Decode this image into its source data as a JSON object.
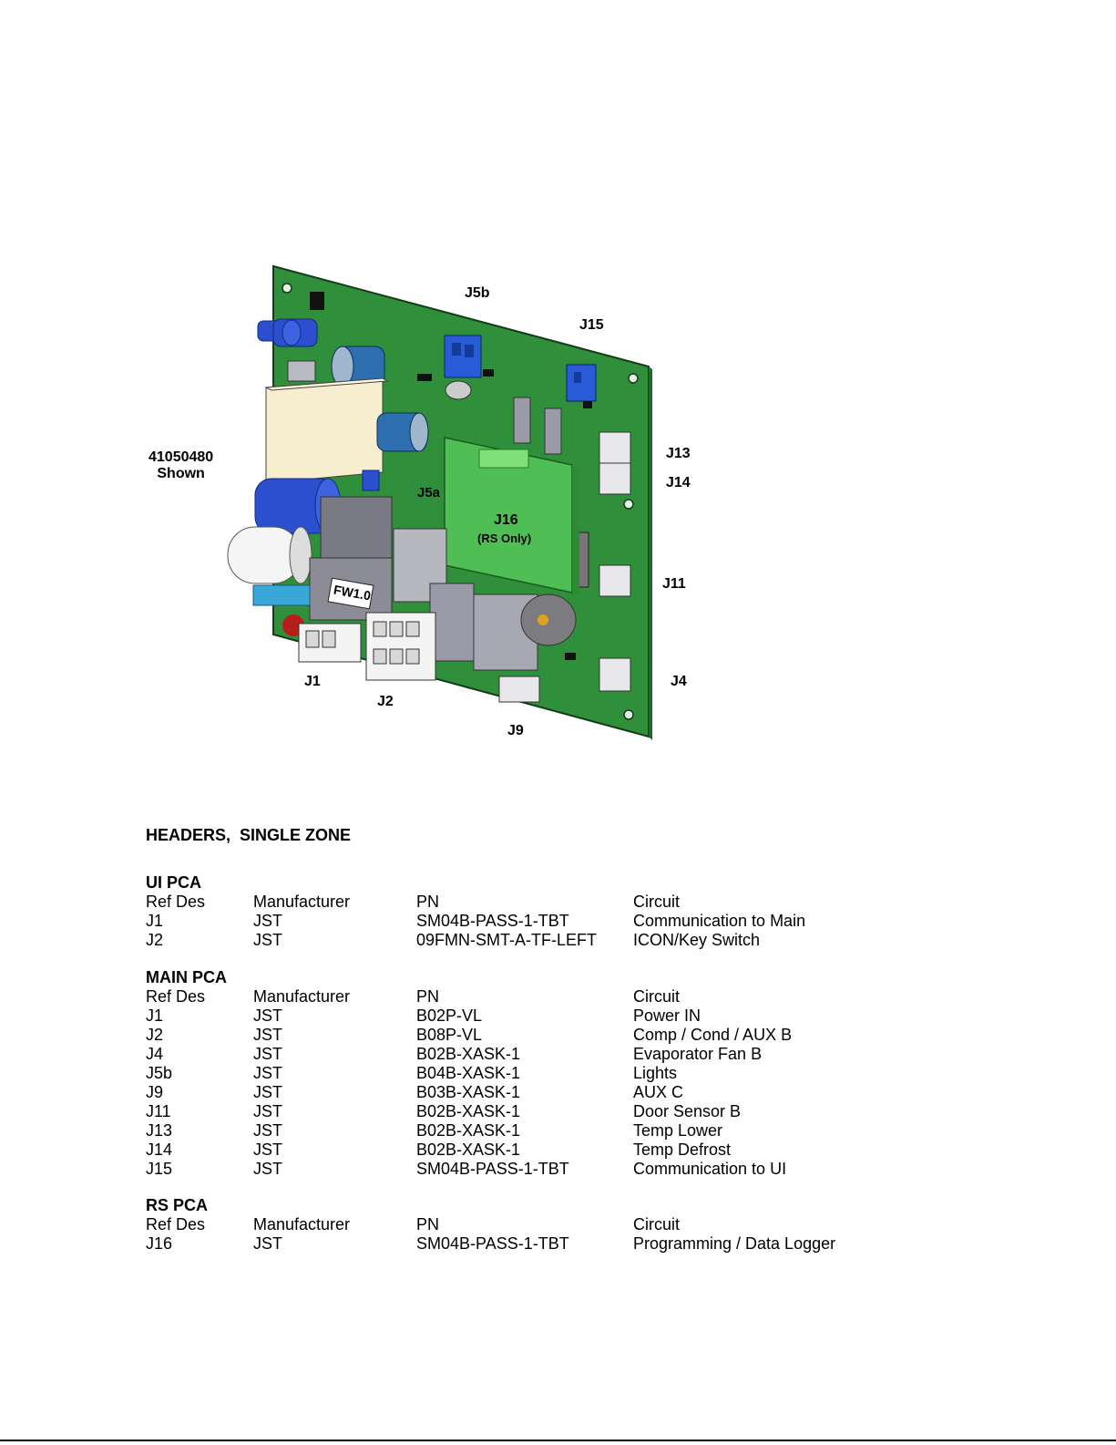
{
  "figure": {
    "shown_label": [
      "41050480",
      "Shown"
    ],
    "board_labels": {
      "j16": "J16",
      "rs_only": "(RS Only)",
      "fw": "FW1.0",
      "j5a": "J5a"
    },
    "callouts": {
      "j5b": "J5b",
      "j15": "J15",
      "j13": "J13",
      "j14": "J14",
      "j11": "J11",
      "j4": "J4",
      "j1": "J1",
      "j2": "J2",
      "j9": "J9"
    },
    "colors": {
      "pcb": "#2f8f3a",
      "pcb_dark": "#1f6b2a",
      "rs_board": "#4fbf55",
      "connector_blue": "#2a5bd7",
      "cap_blue": "#2c4fd0",
      "relay_gray": "#9a9aa8"
    }
  },
  "doc": {
    "heading": "HEADERS,  SINGLE ZONE",
    "columns": [
      "Ref Des",
      "Manufacturer",
      "PN",
      "Circuit"
    ],
    "sections": [
      {
        "title": "UI PCA",
        "rows": [
          [
            "J1",
            "JST",
            "SM04B-PASS-1-TBT",
            "Communication to Main"
          ],
          [
            "J2",
            "JST",
            "09FMN-SMT-A-TF-LEFT",
            "ICON/Key Switch"
          ]
        ]
      },
      {
        "title": "MAIN PCA",
        "rows": [
          [
            "J1",
            "JST",
            "B02P-VL",
            "Power IN"
          ],
          [
            "J2",
            "JST",
            "B08P-VL",
            "Comp / Cond / AUX B"
          ],
          [
            "J4",
            "JST",
            "B02B-XASK-1",
            "Evaporator Fan B"
          ],
          [
            "J5b",
            "JST",
            "B04B-XASK-1",
            "Lights"
          ],
          [
            "J9",
            "JST",
            "B03B-XASK-1",
            "AUX C"
          ],
          [
            "J11",
            "JST",
            "B02B-XASK-1",
            "Door Sensor B"
          ],
          [
            "J13",
            "JST",
            "B02B-XASK-1",
            "Temp Lower"
          ],
          [
            "J14",
            "JST",
            "B02B-XASK-1",
            "Temp Defrost"
          ],
          [
            "J15",
            "JST",
            "SM04B-PASS-1-TBT",
            "Communication to UI"
          ]
        ]
      },
      {
        "title": "RS PCA",
        "rows": [
          [
            "J16",
            "JST",
            "SM04B-PASS-1-TBT",
            "Programming / Data Logger"
          ]
        ]
      }
    ]
  }
}
